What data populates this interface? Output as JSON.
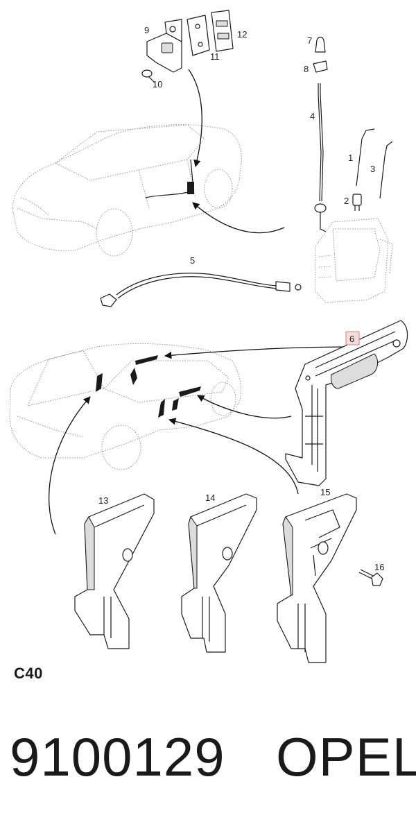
{
  "diagram": {
    "callouts": {
      "c1": "1",
      "c2": "2",
      "c3": "3",
      "c4": "4",
      "c5": "5",
      "c6": "6",
      "c7": "7",
      "c8": "8",
      "c9": "9",
      "c10": "10",
      "c11": "11",
      "c12": "12",
      "c13": "13",
      "c14": "14",
      "c15": "15",
      "c16": "16"
    },
    "highlighted_callout": "6",
    "highlight_color": "#d08080"
  },
  "section_label": "C40",
  "footer": {
    "part_number": "9100129",
    "brand": "OPEL"
  }
}
